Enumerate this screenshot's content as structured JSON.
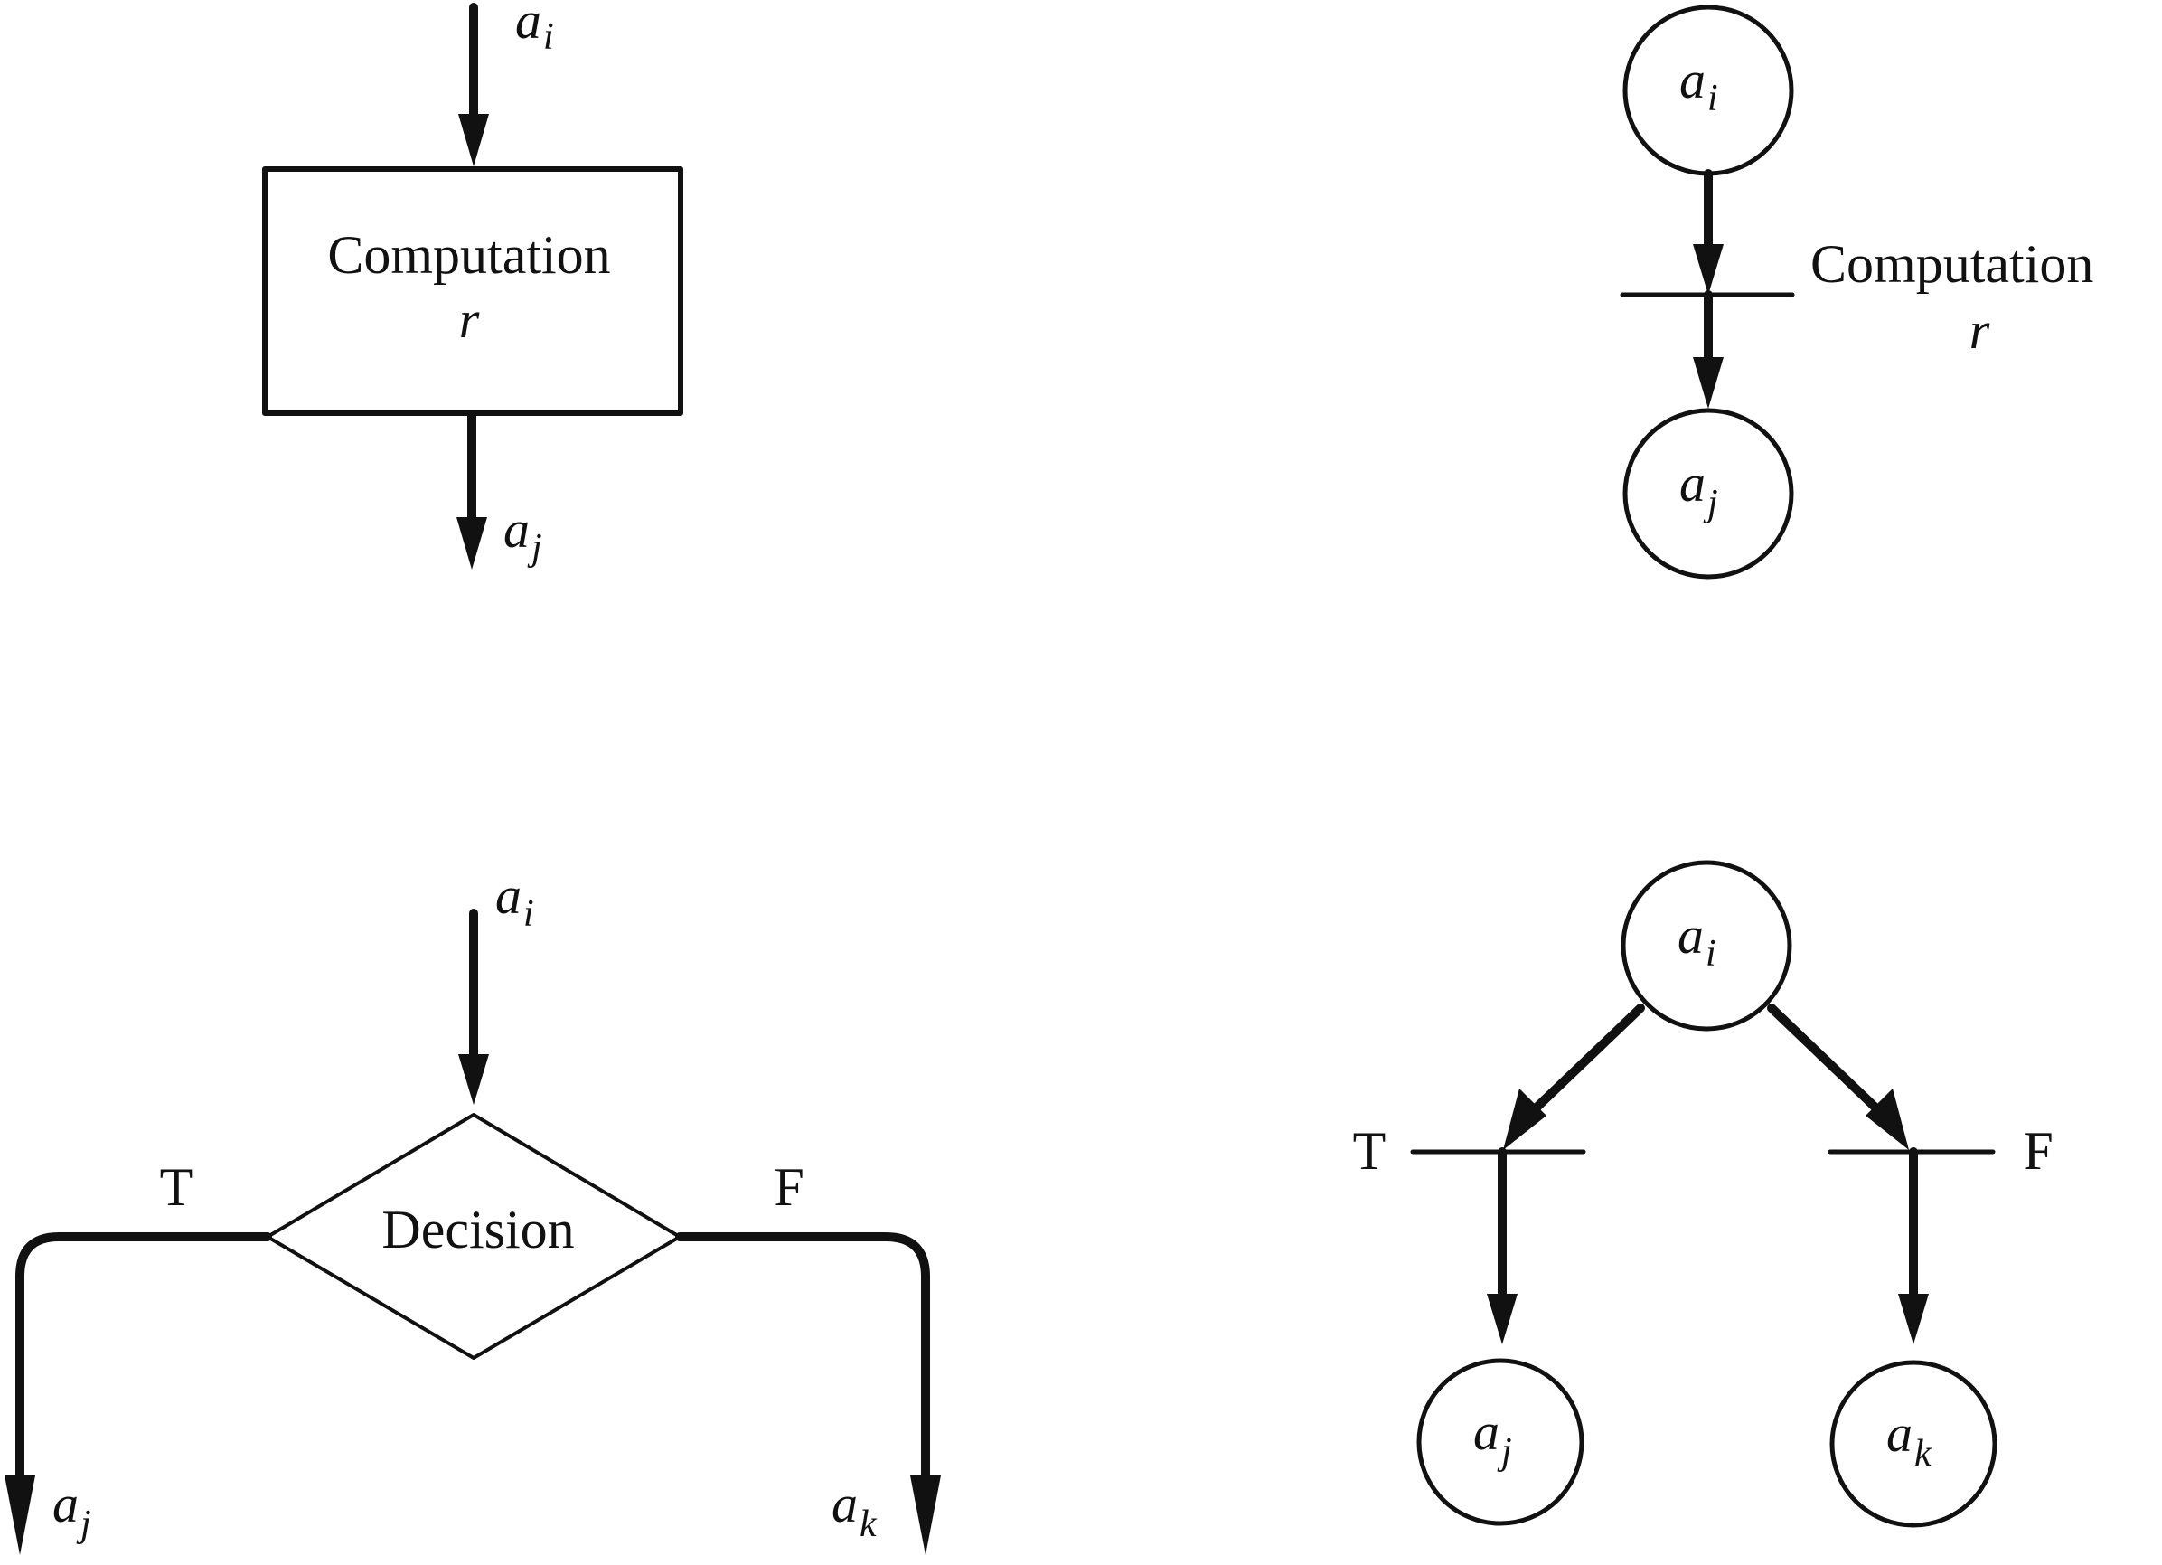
{
  "figure": {
    "flowchart_computation": {
      "input_var": "a",
      "input_sub": "i",
      "box_label": "Computation",
      "box_param": "r",
      "output_var": "a",
      "output_sub": "j"
    },
    "petri_computation": {
      "input_place_var": "a",
      "input_place_sub": "i",
      "transition_label": "Computation",
      "transition_param": "r",
      "output_place_var": "a",
      "output_place_sub": "j"
    },
    "flowchart_decision": {
      "input_var": "a",
      "input_sub": "i",
      "diamond_label": "Decision",
      "true_label": "T",
      "false_label": "F",
      "true_output_var": "a",
      "true_output_sub": "j",
      "false_output_var": "a",
      "false_output_sub": "k"
    },
    "petri_decision": {
      "input_place_var": "a",
      "input_place_sub": "i",
      "true_label": "T",
      "false_label": "F",
      "true_place_var": "a",
      "true_place_sub": "j",
      "false_place_var": "a",
      "false_place_sub": "k"
    }
  }
}
